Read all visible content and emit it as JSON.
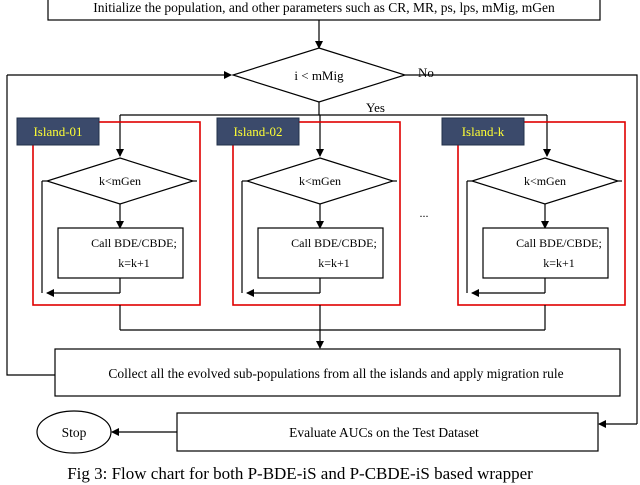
{
  "init_text": "Initialize the population, and other parameters such as CR, MR, ps, lps, mMig, mGen",
  "outer_decision": "i < mMig",
  "no_label": "No",
  "yes_label": "Yes",
  "islands": [
    {
      "name": "Island-01",
      "decision": "k<mGen",
      "action_line1": "Call BDE/CBDE;",
      "action_line2": "k=k+1"
    },
    {
      "name": "Island-02",
      "decision": "k<mGen",
      "action_line1": "Call BDE/CBDE;",
      "action_line2": "k=k+1"
    },
    {
      "name": "Island-k",
      "decision": "k<mGen",
      "action_line1": "Call BDE/CBDE;",
      "action_line2": "k=k+1"
    }
  ],
  "ellipsis": "...",
  "collect_text": "Collect all the evolved sub-populations from all the islands and apply migration  rule",
  "evaluate_text": "Evaluate AUCs on the Test Dataset",
  "stop_text": "Stop",
  "caption": "Fig 3: Flow chart for both P-BDE-iS and P-CBDE-iS based wrapper",
  "colors": {
    "island_border": "#e00000",
    "island_tab": "#3b4a6b",
    "island_tab_text": "#ffff33",
    "line": "#000000"
  }
}
